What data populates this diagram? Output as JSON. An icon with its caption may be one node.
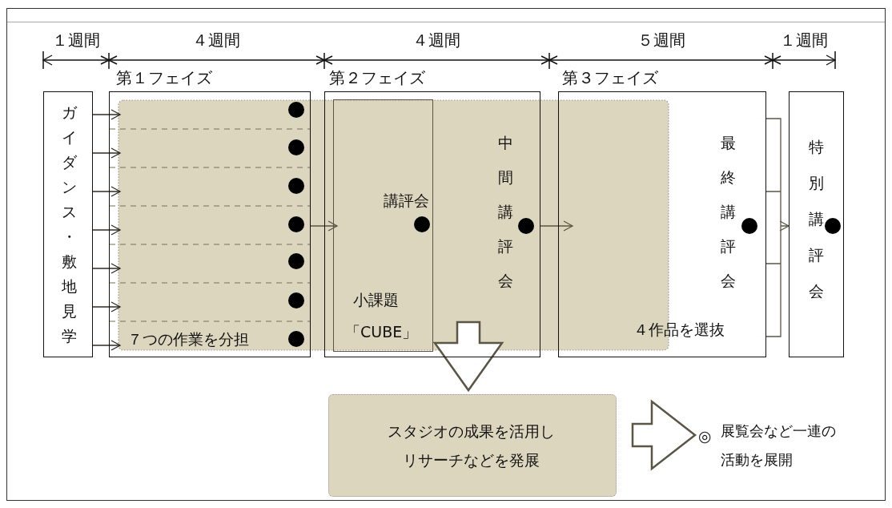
{
  "diagram": {
    "nodes": [
      {
        "text": [
          "ガイダンス・敷地見学"
        ]
      },
      {
        "text": [
          "第１フェイズ",
          "７つの作業を分担"
        ]
      },
      {
        "text": [
          "第２フェイズ",
          "中間講評会"
        ]
      },
      {
        "text": [
          "講評会",
          "小課題",
          "「CUBE」"
        ],
        "in": 2
      },
      {
        "text": [
          "第３フェイズ",
          "最終講評会",
          "４作品を選抜"
        ]
      },
      {
        "text": [
          "特別講評会"
        ]
      },
      {
        "text": [
          "スタジオの成果を活用しリサーチなどを発展"
        ]
      },
      {
        "text": [
          "◎",
          "展覧会など一連の活動を展開"
        ]
      }
    ],
    "edges": [
      {
        "from": 0,
        "to": 1,
        "arrow": "to"
      },
      {
        "from": 0,
        "to": 1,
        "arrow": "to"
      },
      {
        "from": 0,
        "to": 1,
        "arrow": "to"
      },
      {
        "from": 0,
        "to": 1,
        "arrow": "to"
      },
      {
        "from": 0,
        "to": 1,
        "arrow": "to"
      },
      {
        "from": 0,
        "to": 1,
        "arrow": "to"
      },
      {
        "from": 0,
        "to": 1,
        "arrow": "to"
      },
      {
        "from": 1,
        "to": 2,
        "arrow": "to"
      },
      {
        "from": 2,
        "to": 4,
        "arrow": "to"
      },
      {
        "from": 4,
        "to": 5,
        "arrow": "to"
      },
      {
        "from": 2,
        "to": 6,
        "arrow": "to",
        "style": "thick"
      },
      {
        "from": 6,
        "to": 7,
        "arrow": "to",
        "style": "thick"
      }
    ],
    "labels": [
      "１週間",
      "４週間",
      "４週間",
      "５週間",
      "１週間"
    ]
  }
}
